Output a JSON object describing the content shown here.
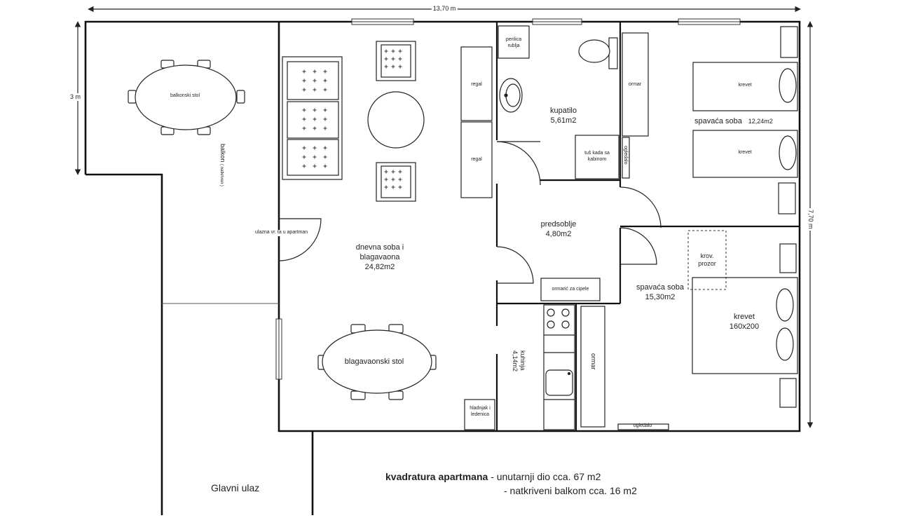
{
  "dimensions": {
    "width": "13,70 m",
    "height": "7,70 m",
    "balcony_depth": "3 m"
  },
  "rooms": {
    "balcony_table": "balkonski stol",
    "balcony": "balkon",
    "balcony_note": "( natkriven )",
    "side_entrance": "ulazna vr. ta u apartman",
    "living": {
      "name_line1": "dnevna soba i",
      "name_line2": "blagavaona",
      "area": "24,82m2"
    },
    "dining_table": "blagavaonski  stol",
    "bathroom": {
      "name": "kupatilo",
      "area": "5,61m2"
    },
    "washer_line1": "perilica",
    "washer_line2": "rublja",
    "shower_line1": "tuš kada sa",
    "shower_line2": "kabinom",
    "hall": {
      "name": "predsoblje",
      "area": "4,80m2"
    },
    "shoe_cabinet": "ormarić za cipele",
    "shelf_top": "regal",
    "shelf_bottom": "regal",
    "bedroom1": {
      "name": "spavaća soba",
      "area": "12,24m2"
    },
    "bed_top": "krevet",
    "bed_mid": "krevet",
    "wardrobe_top": "ormar",
    "mirror_small": "ogledalo",
    "roof_window_line1": "krov.",
    "roof_window_line2": "prozor",
    "bedroom2": {
      "name": "spavaća soba",
      "area": "15,30m2"
    },
    "bed_big_line1": "krevet",
    "bed_big_line2": "160x200",
    "kitchen": {
      "name": "kuhinja",
      "area": "4,14m2"
    },
    "fridge_line1": "hladnjak i",
    "fridge_line2": "ledenica",
    "wardrobe_kitchen": "ormar",
    "mirror_bottom": "ogledalo"
  },
  "main_entrance": "Glavni ulaz",
  "footer": {
    "bold": "kvadratura apartmana",
    "line1": " - unutarnji dio cca. 67 m2",
    "line2": "- natkriveni balkom cca. 16 m2"
  }
}
